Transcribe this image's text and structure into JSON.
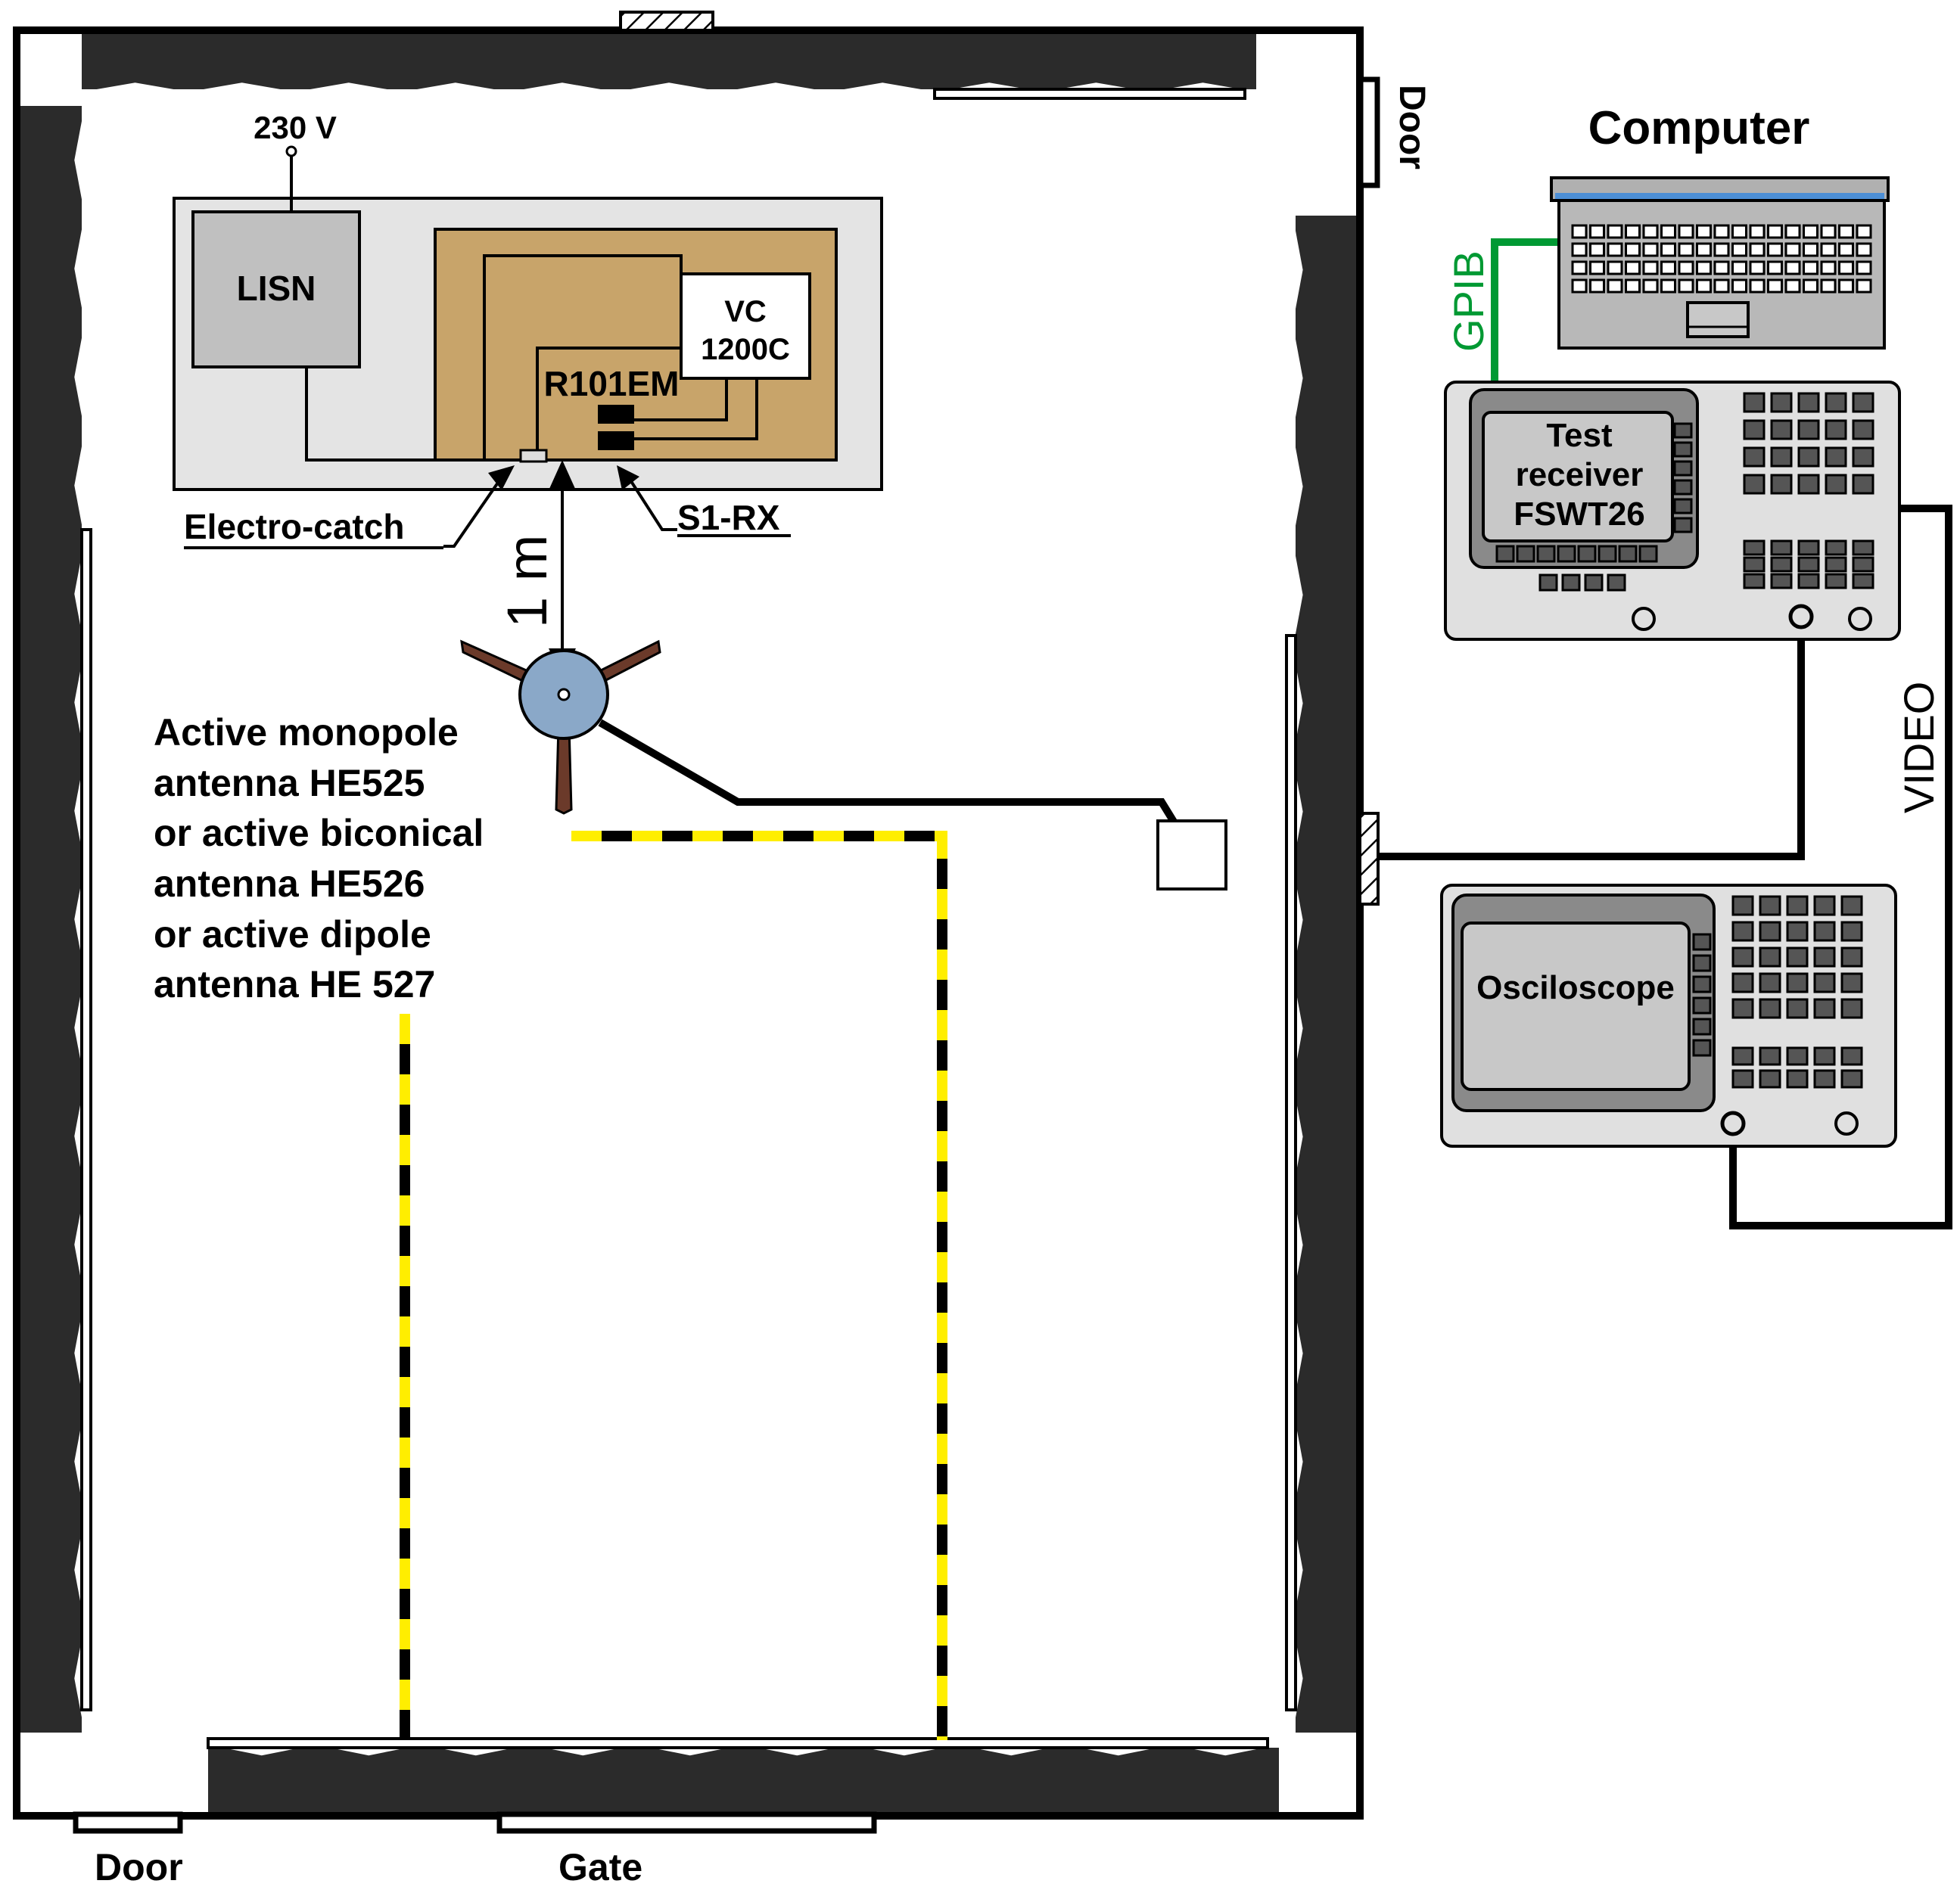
{
  "labels": {
    "supply": "230 V",
    "lisn": "LISN",
    "vc_line1": "VC",
    "vc_line2": "1200C",
    "r101em": "R101EM",
    "electro_catch": "Electro-catch",
    "s1_rx": "S1-RX",
    "distance": "1 m",
    "antenna_lines": [
      "Active monopole",
      "antenna HE525",
      "or active biconical",
      "antenna HE526",
      "or active dipole",
      "antenna HE 527"
    ],
    "door_right": "Door",
    "door_bottom": "Door",
    "gate": "Gate",
    "computer": "Computer",
    "gpib": "GPIB",
    "receiver_lines": [
      "Test",
      "receiver",
      "FSWT26"
    ],
    "oscilloscope": "Osciloscope",
    "video": "VIDEO"
  },
  "colors": {
    "absorber": "#2b2b2b",
    "gpib_cable": "#009933",
    "yellow_dash": "#ffee00",
    "table": "#e4e4e4",
    "board": "#c8a46a",
    "lisn": "#c0c0c0",
    "instrument": "#e0e0e0",
    "screen": "#c8c8c8",
    "antenna_hub": "#8aa8c8",
    "antenna_arm": "#6b3a2a"
  }
}
